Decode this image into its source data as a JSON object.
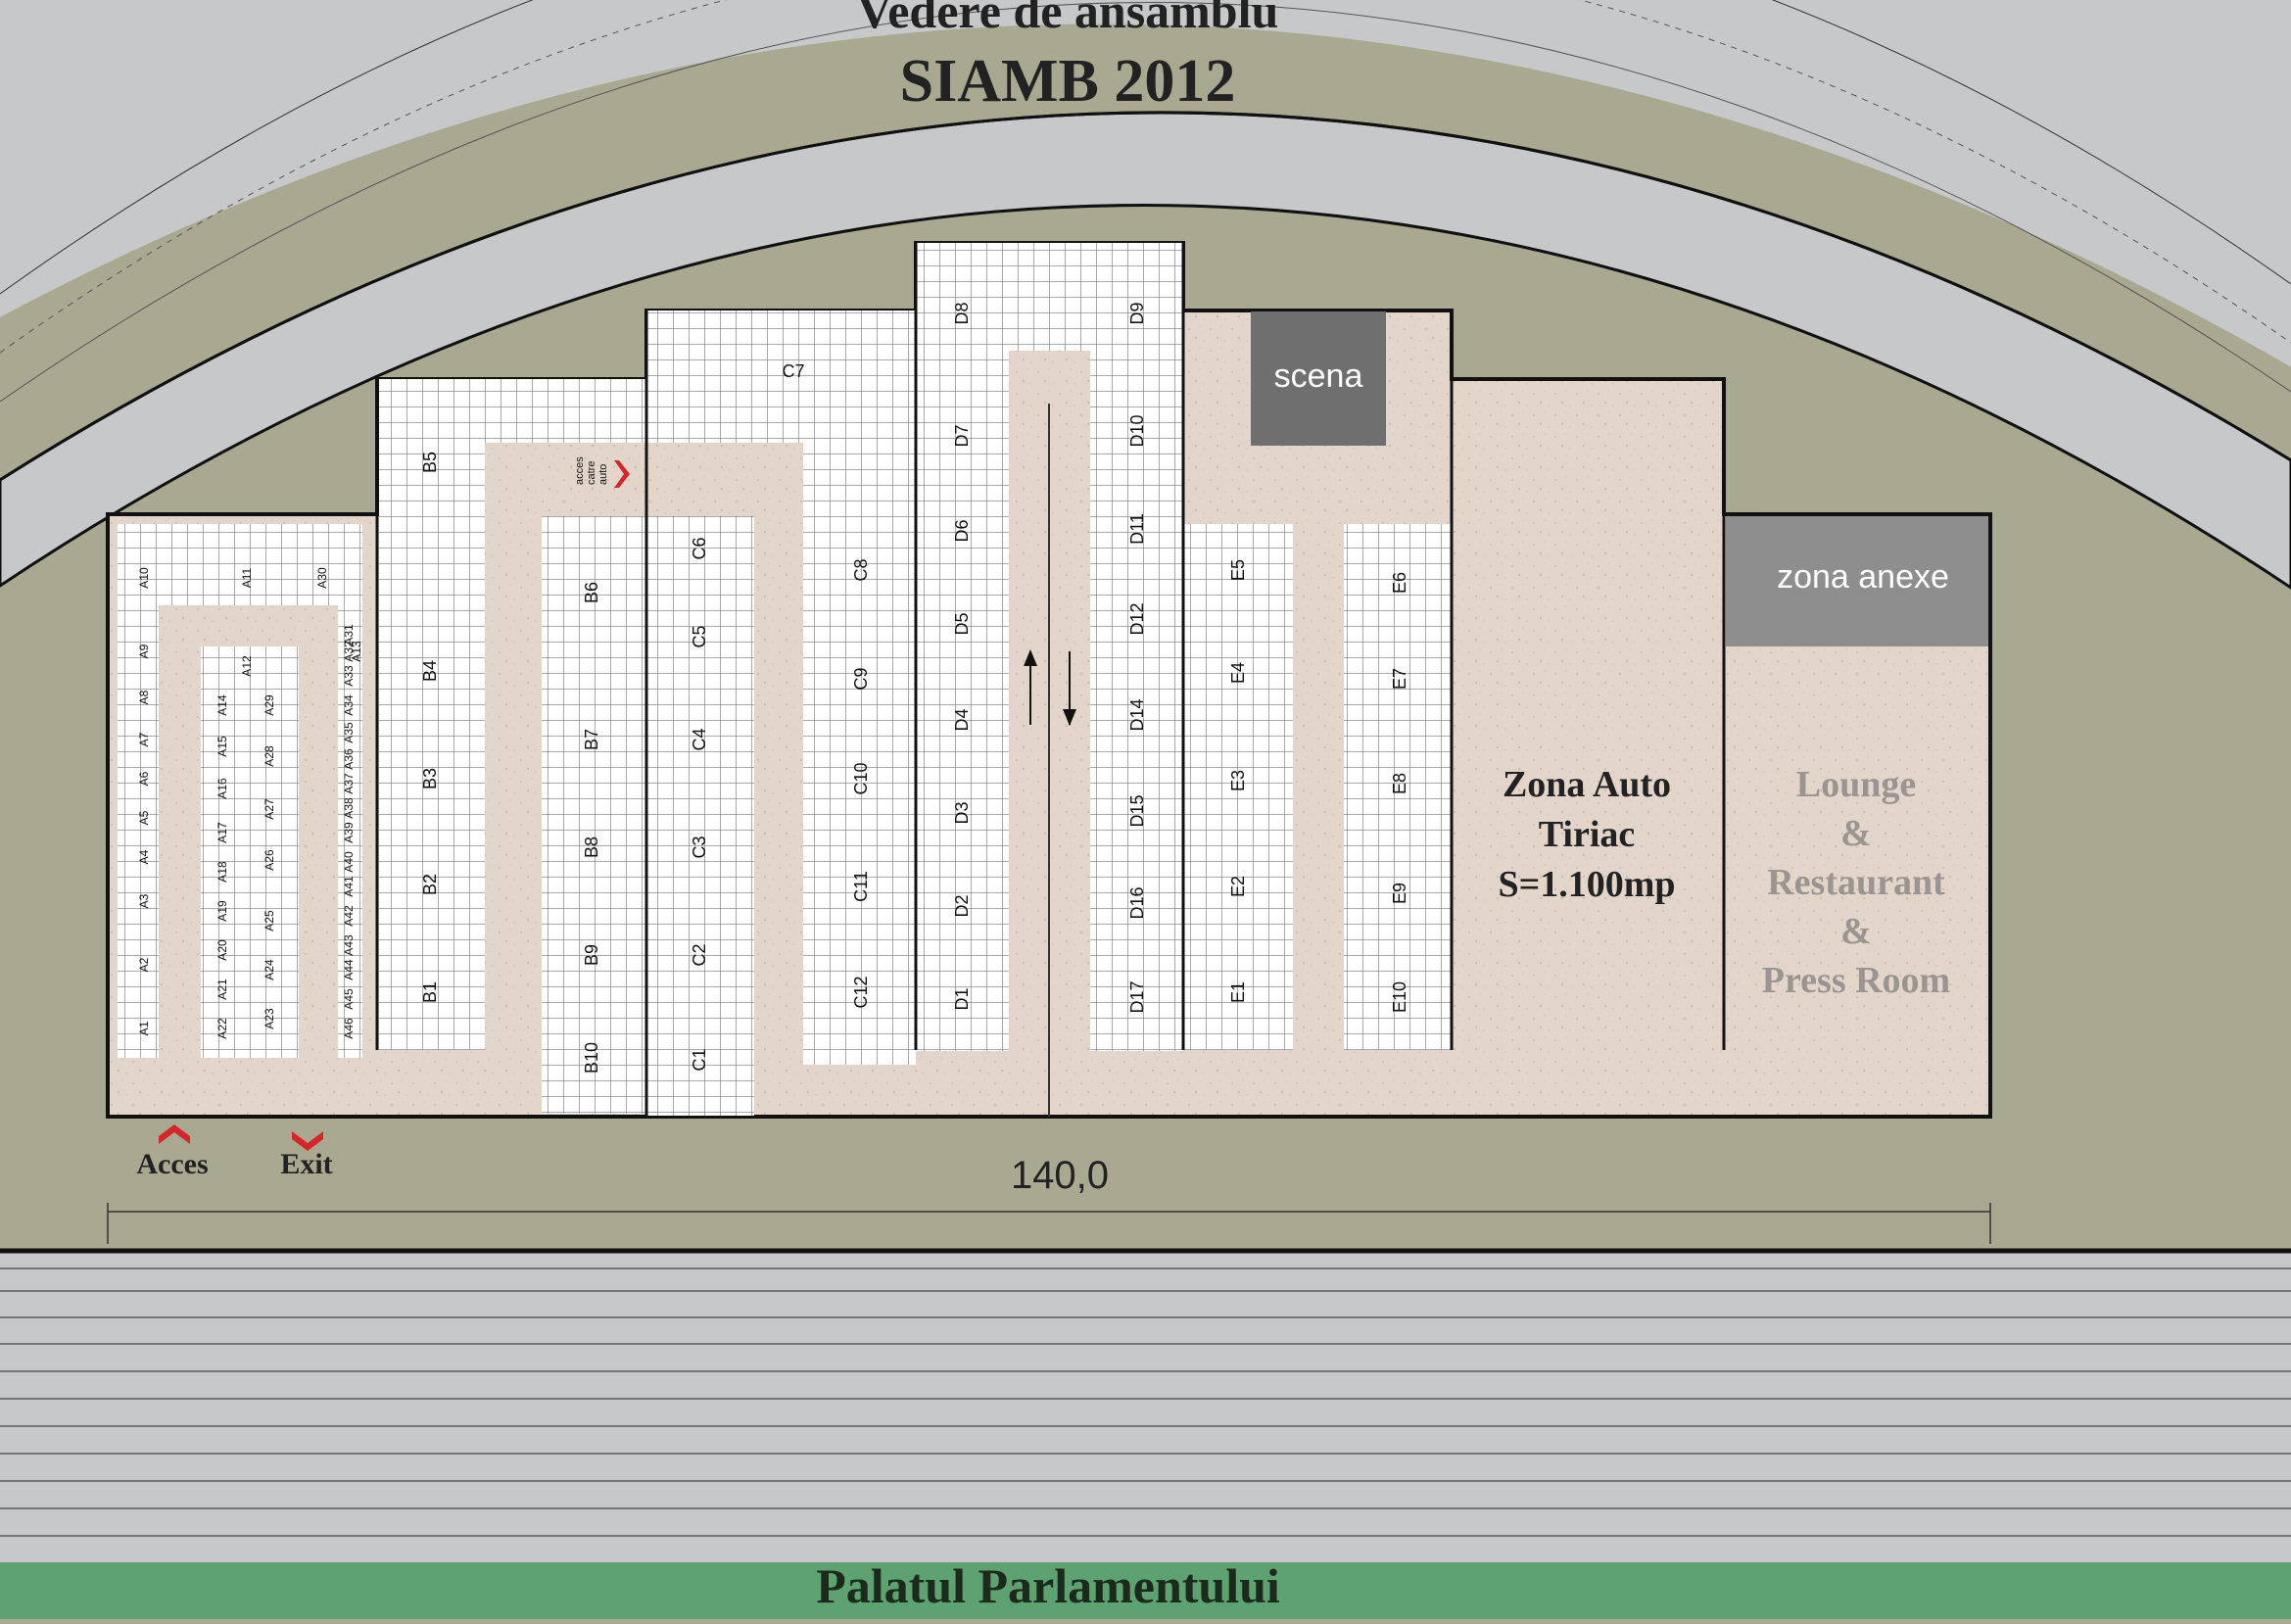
{
  "title_top": "Vedere de ansamblu",
  "title_main": "SIAMB 2012",
  "bottom_label": "Palatul Parlamentului",
  "dimension": "140,0",
  "access_label": "Acces",
  "exit_label": "Exit",
  "scena": "scena",
  "zona_anexe": "zona anexe",
  "zona_auto": [
    "Zona Auto",
    "Tiriac",
    "S=1.100mp"
  ],
  "lounge": [
    "Lounge",
    "&",
    "Restaurant",
    "&",
    "Press Room"
  ],
  "acces_catre_auto": [
    "acces",
    "catre",
    "auto"
  ],
  "colors": {
    "grass": "#a9a890",
    "arc_band": "#c6c8c9",
    "floor": "#e2d6cb",
    "grid_bg": "#ffffff",
    "dark_block": "#6f6f6f",
    "green_band": "#5fa272",
    "arrow_red": "#d7262a",
    "lounge_text": "#9a9591"
  },
  "stands": {
    "A": [
      "A1",
      "A2",
      "A3",
      "A4",
      "A5",
      "A6",
      "A7",
      "A8",
      "A9",
      "A10",
      "A11",
      "A12",
      "A13",
      "A14",
      "A15",
      "A16",
      "A17",
      "A18",
      "A19",
      "A20",
      "A21",
      "A22",
      "A23",
      "A24",
      "A25",
      "A26",
      "A27",
      "A28",
      "A29",
      "A30",
      "A31",
      "A32",
      "A33",
      "A34",
      "A35",
      "A36",
      "A37",
      "A38",
      "A39",
      "A40",
      "A41",
      "A42",
      "A43",
      "A44",
      "A45",
      "A46"
    ],
    "B": [
      "B1",
      "B2",
      "B3",
      "B4",
      "B5",
      "B6",
      "B7",
      "B8",
      "B9",
      "B10"
    ],
    "C": [
      "C1",
      "C2",
      "C3",
      "C4",
      "C5",
      "C6",
      "C7",
      "C8",
      "C9",
      "C10",
      "C11",
      "C12"
    ],
    "D": [
      "D1",
      "D2",
      "D3",
      "D4",
      "D5",
      "D6",
      "D7",
      "D8",
      "D9",
      "D10",
      "D11",
      "D12",
      "D14",
      "D15",
      "D16",
      "D17"
    ],
    "E": [
      "E1",
      "E2",
      "E3",
      "E4",
      "E5",
      "E6",
      "E7",
      "E8",
      "E9",
      "E10"
    ]
  }
}
